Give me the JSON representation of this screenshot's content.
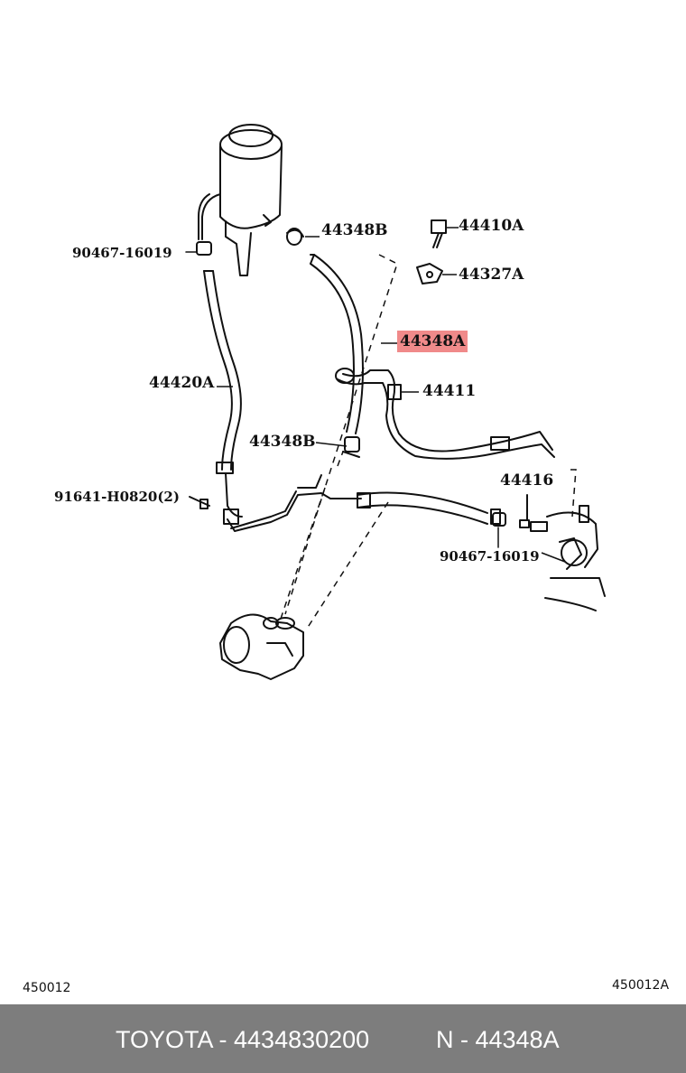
{
  "diagram": {
    "callouts": {
      "c1": "44348B",
      "c2": "44410A",
      "c3": "90467-16019",
      "c4": "44327A",
      "c5": "44348A",
      "c6": "44420A",
      "c7": "44411",
      "c8": "44348B",
      "c9": "44416",
      "c10": "91641-H0820(2)",
      "c11": "90467-16019"
    },
    "highlighted_part": "44348A",
    "highlight_color": "#f08a8a",
    "page_code_left": "450012",
    "page_code_right": "450012A"
  },
  "footer": {
    "part_info": "TOYOTA - 4434830200",
    "ref_info": "N - 44348A",
    "background_color": "#7d7d7d"
  }
}
